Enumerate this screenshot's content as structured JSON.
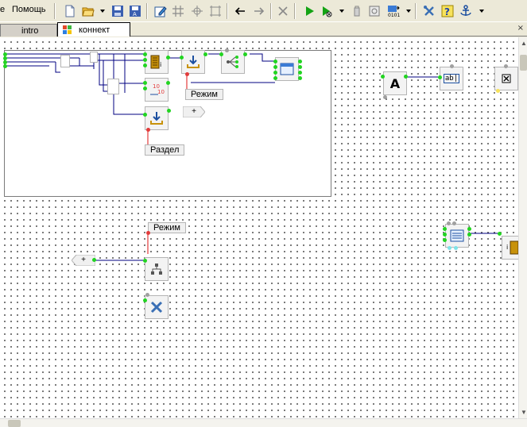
{
  "menu": {
    "prev_label": "е",
    "help_label": "Помощь"
  },
  "tabs": [
    {
      "label": "intro",
      "active": false
    },
    {
      "label": "коннект",
      "active": true
    }
  ],
  "tab_close_glyph": "×",
  "canvas": {
    "labels": {
      "mode_1": "Режим",
      "section": "Раздел",
      "mode_2": "Режим",
      "plus_1": "+",
      "plus_2": "+"
    },
    "element_glyphs": {
      "text_a": "A",
      "edit_box": "ab|",
      "count_10": "10"
    }
  },
  "colors": {
    "pin_green": "#21D421",
    "wire_blue": "#000080",
    "wire_red": "#E23B3B",
    "canvas_bg": "#FFFFFF",
    "chrome_bg": "#ECE9D8"
  }
}
